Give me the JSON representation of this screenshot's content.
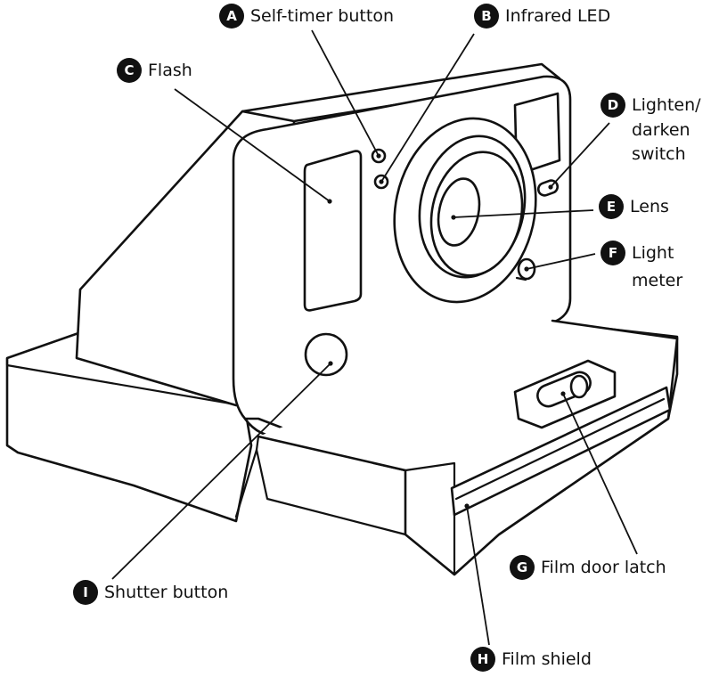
{
  "colors": {
    "ink": "#111111",
    "background": "#ffffff",
    "badge_fill": "#111111",
    "badge_text": "#ffffff"
  },
  "callouts": [
    {
      "id": "A",
      "letter": "A",
      "label": [
        "Self-timer button"
      ]
    },
    {
      "id": "B",
      "letter": "B",
      "label": [
        "Infrared LED"
      ]
    },
    {
      "id": "C",
      "letter": "C",
      "label": [
        "Flash"
      ]
    },
    {
      "id": "D",
      "letter": "D",
      "label": [
        "Lighten/",
        "darken",
        "switch"
      ]
    },
    {
      "id": "E",
      "letter": "E",
      "label": [
        "Lens"
      ]
    },
    {
      "id": "F",
      "letter": "F",
      "label": [
        "Light",
        "meter"
      ]
    },
    {
      "id": "G",
      "letter": "G",
      "label": [
        "Film door latch"
      ]
    },
    {
      "id": "H",
      "letter": "H",
      "label": [
        "Film shield"
      ]
    },
    {
      "id": "I",
      "letter": "I",
      "label": [
        "Shutter button"
      ]
    }
  ]
}
